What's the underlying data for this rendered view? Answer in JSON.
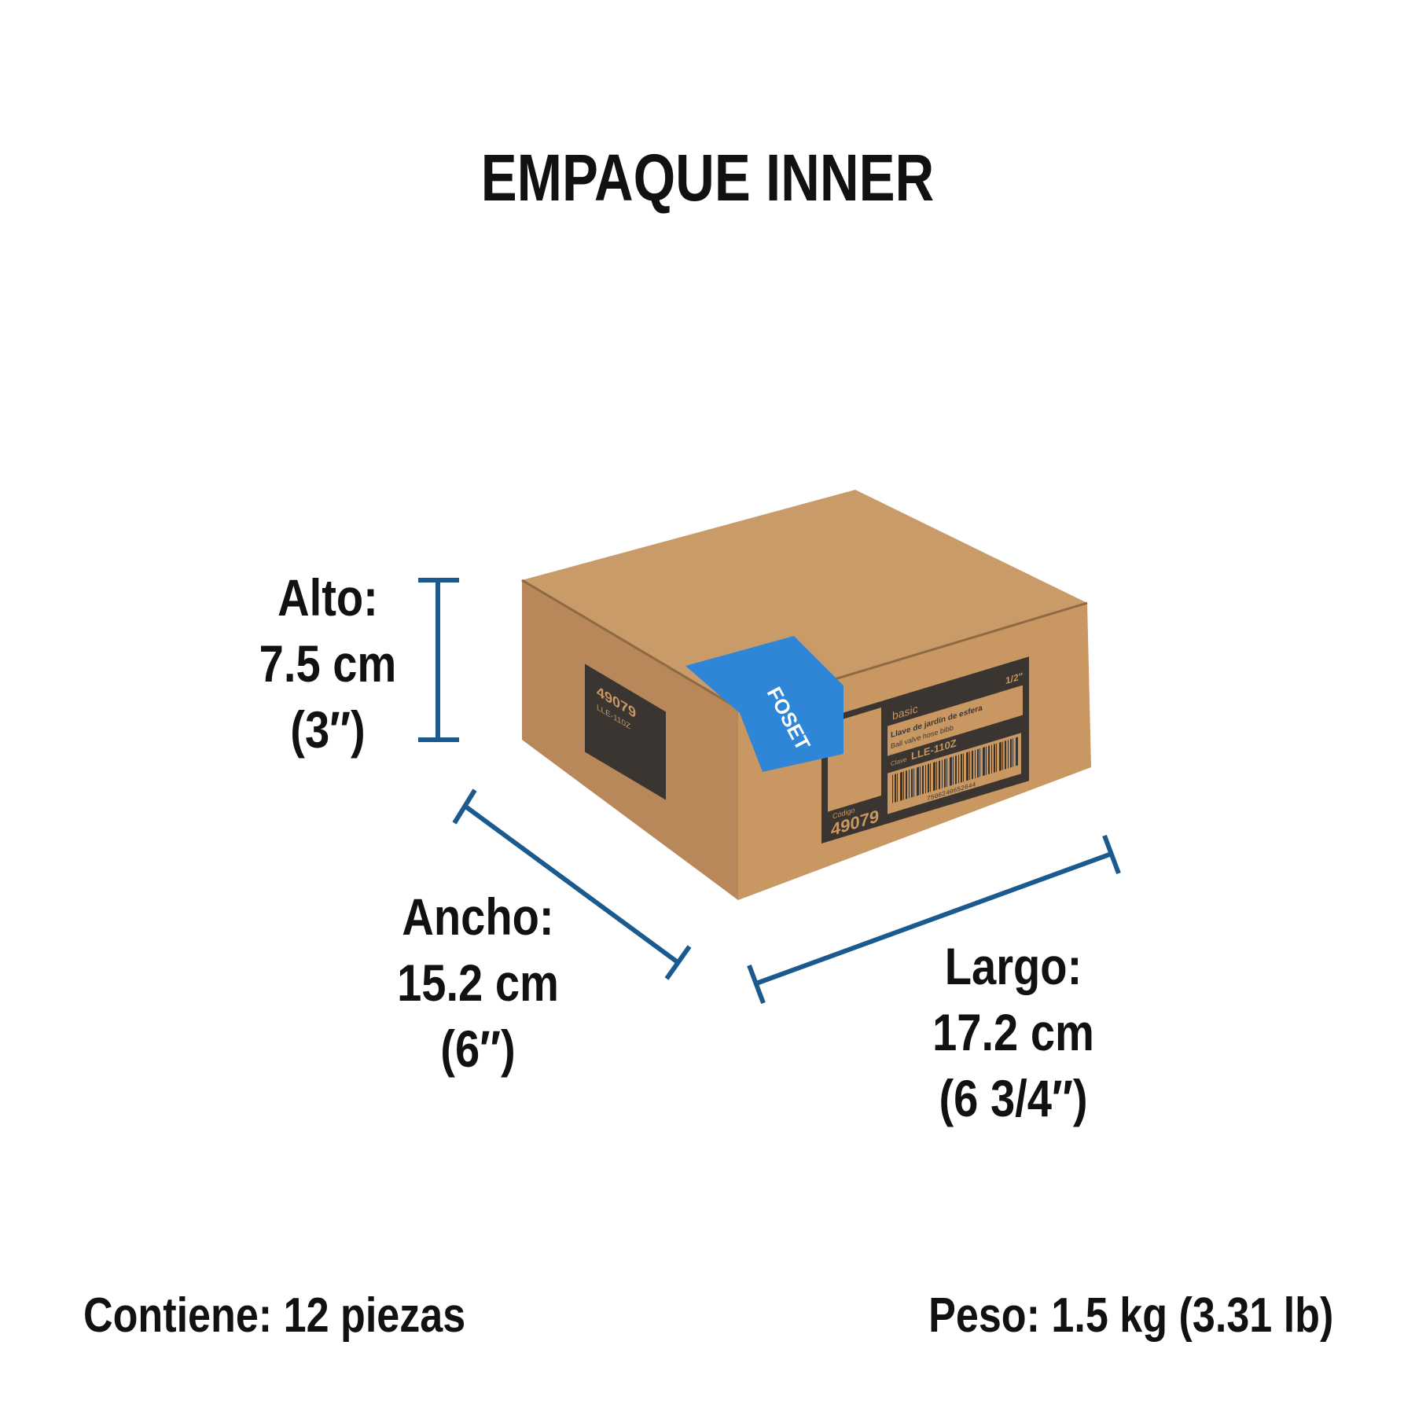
{
  "title": "EMPAQUE INNER",
  "dimensions": {
    "alto": {
      "label": "Alto:",
      "metric": "7.5 cm",
      "imperial": "(3″)"
    },
    "ancho": {
      "label": "Ancho:",
      "metric": "15.2 cm",
      "imperial": "(6″)"
    },
    "largo": {
      "label": "Largo:",
      "metric": "17.2 cm",
      "imperial": "(6 3/4″)"
    }
  },
  "contents": "Contiene: 12 piezas",
  "weight": "Peso: 1.5 kg (3.31 lb)",
  "box_label": {
    "brand": "basic",
    "product_es": "Llave de jardín de esfera",
    "product_en": "Ball valve hose bibb",
    "code_prefix": "Clave",
    "code": "LLE-110Z",
    "size": "1/2\"",
    "codigo_label": "Código",
    "codigo": "49079",
    "barcode": "7506240652644",
    "tape_text": "FOSET"
  },
  "colors": {
    "dimension_lines": "#1b5a8e",
    "tape": "#2f86d6",
    "label": "#3a3530"
  }
}
